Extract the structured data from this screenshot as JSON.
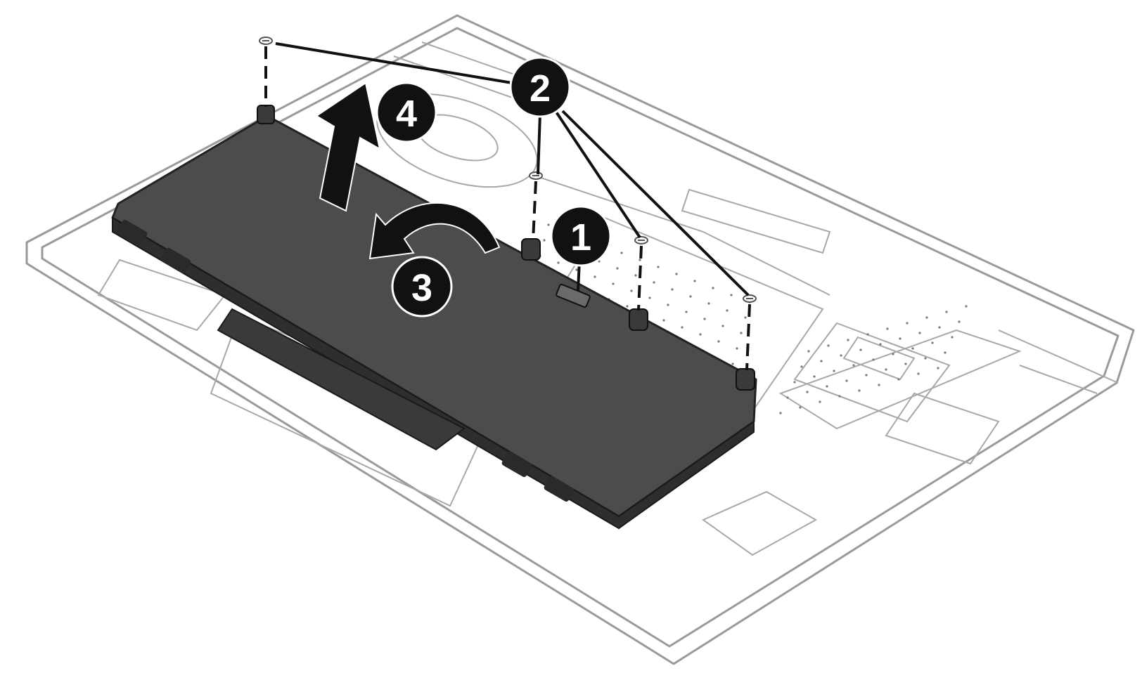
{
  "callouts": [
    {
      "id": "c1",
      "label": "1"
    },
    {
      "id": "c2",
      "label": "2"
    },
    {
      "id": "c3",
      "label": "3"
    },
    {
      "id": "c4",
      "label": "4"
    }
  ],
  "colors": {
    "outline": "#9a9a9a",
    "battery": "#4a4a4a",
    "battery_edge": "#222222",
    "callout_fill": "#111111",
    "callout_text": "#ffffff",
    "arrow": "#111111"
  },
  "icons": [
    "screw-icon",
    "lift-arrow-icon",
    "rotate-arrow-icon"
  ]
}
